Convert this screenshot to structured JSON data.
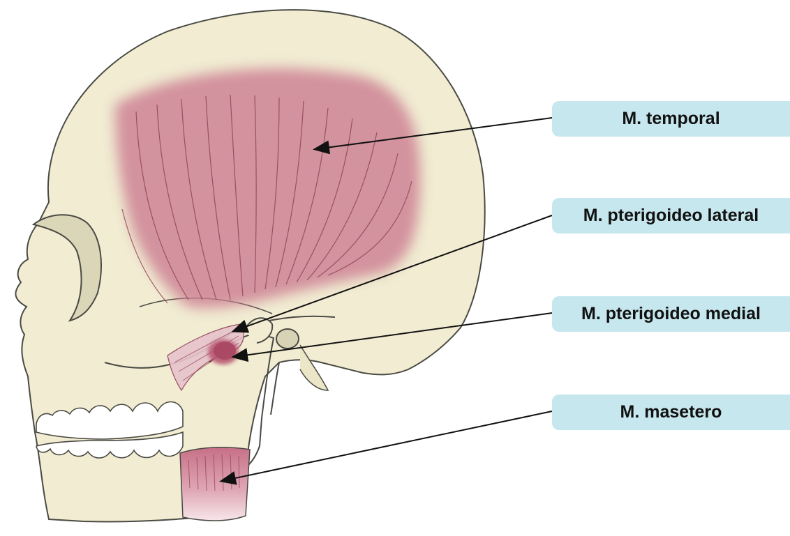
{
  "colors": {
    "label_background": "#c6e7ee",
    "bone": "#f1ecd2",
    "bone_outline": "#4a4a44",
    "muscle": "#cc7f93",
    "arrow": "#111111"
  },
  "labels": [
    {
      "id": "temporal",
      "text": "M. temporal"
    },
    {
      "id": "lateral",
      "text": "M. pterigoideo lateral"
    },
    {
      "id": "medial",
      "text": "M. pterigoideo medial"
    },
    {
      "id": "masetero",
      "text": "M. masetero"
    }
  ]
}
